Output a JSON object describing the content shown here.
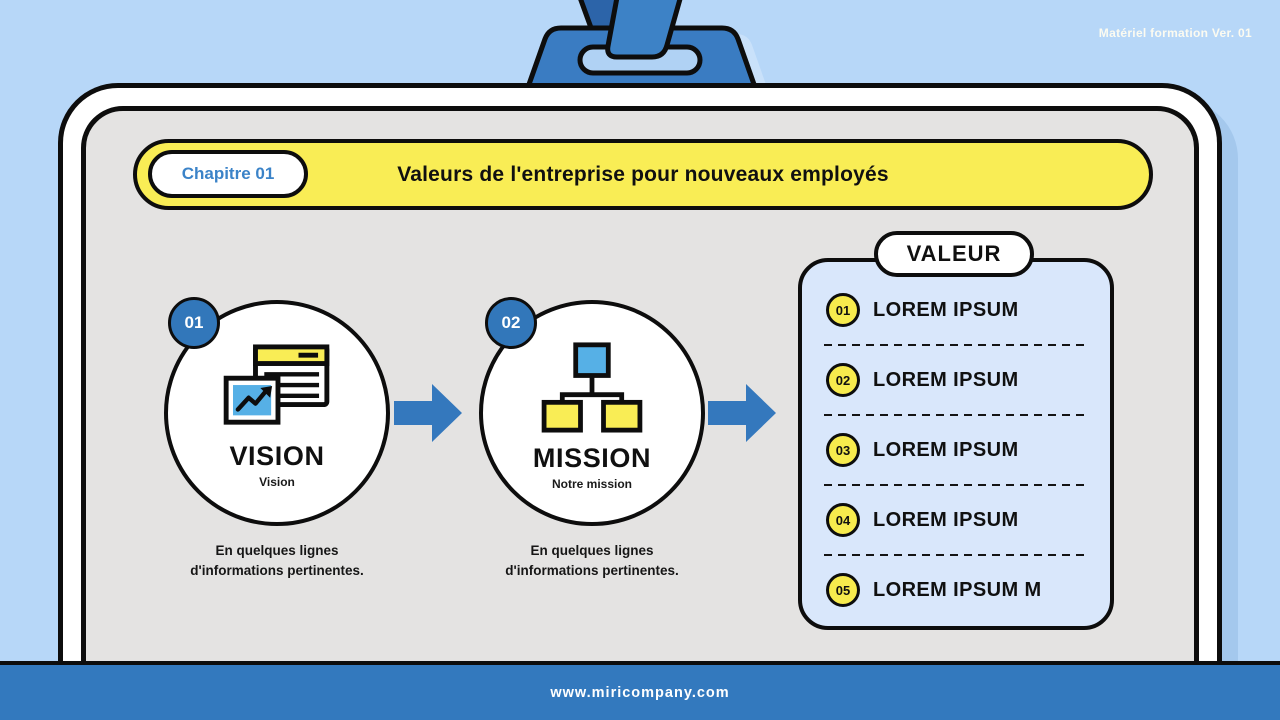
{
  "meta": {
    "version_label": "Matériel formation Ver. 01"
  },
  "header": {
    "chapter_label": "Chapitre 01",
    "title": "Valeurs de l'entreprise pour nouveaux employés"
  },
  "steps": [
    {
      "number": "01",
      "title": "VISION",
      "subtitle": "Vision",
      "caption_line1": "En quelques lignes",
      "caption_line2": "d'informations pertinentes.",
      "icon": "browser-analytics-icon"
    },
    {
      "number": "02",
      "title": "MISSION",
      "subtitle": "Notre mission",
      "caption_line1": "En quelques lignes",
      "caption_line2": "d'informations pertinentes.",
      "icon": "org-chart-icon"
    }
  ],
  "values_panel": {
    "title": "VALEUR",
    "items": [
      {
        "number": "01",
        "label": "LOREM IPSUM"
      },
      {
        "number": "02",
        "label": "LOREM IPSUM"
      },
      {
        "number": "03",
        "label": "LOREM IPSUM"
      },
      {
        "number": "04",
        "label": "LOREM IPSUM"
      },
      {
        "number": "05",
        "label": "LOREM IPSUM M"
      }
    ]
  },
  "footer": {
    "url": "www.miricompany.com"
  },
  "colors": {
    "background": "#b7d7f8",
    "accent_blue": "#3379be",
    "dark_strap_blue": "#2c64a9",
    "accent_yellow": "#f9ed55",
    "panel_blue": "#d9e7fb",
    "card_gray": "#e4e3e2",
    "chapter_text_blue": "#3b83c8",
    "icon_sky_blue": "#56b0e6",
    "outline_black": "#0d0d0d",
    "shadow_blue": "#a4c8ed"
  }
}
